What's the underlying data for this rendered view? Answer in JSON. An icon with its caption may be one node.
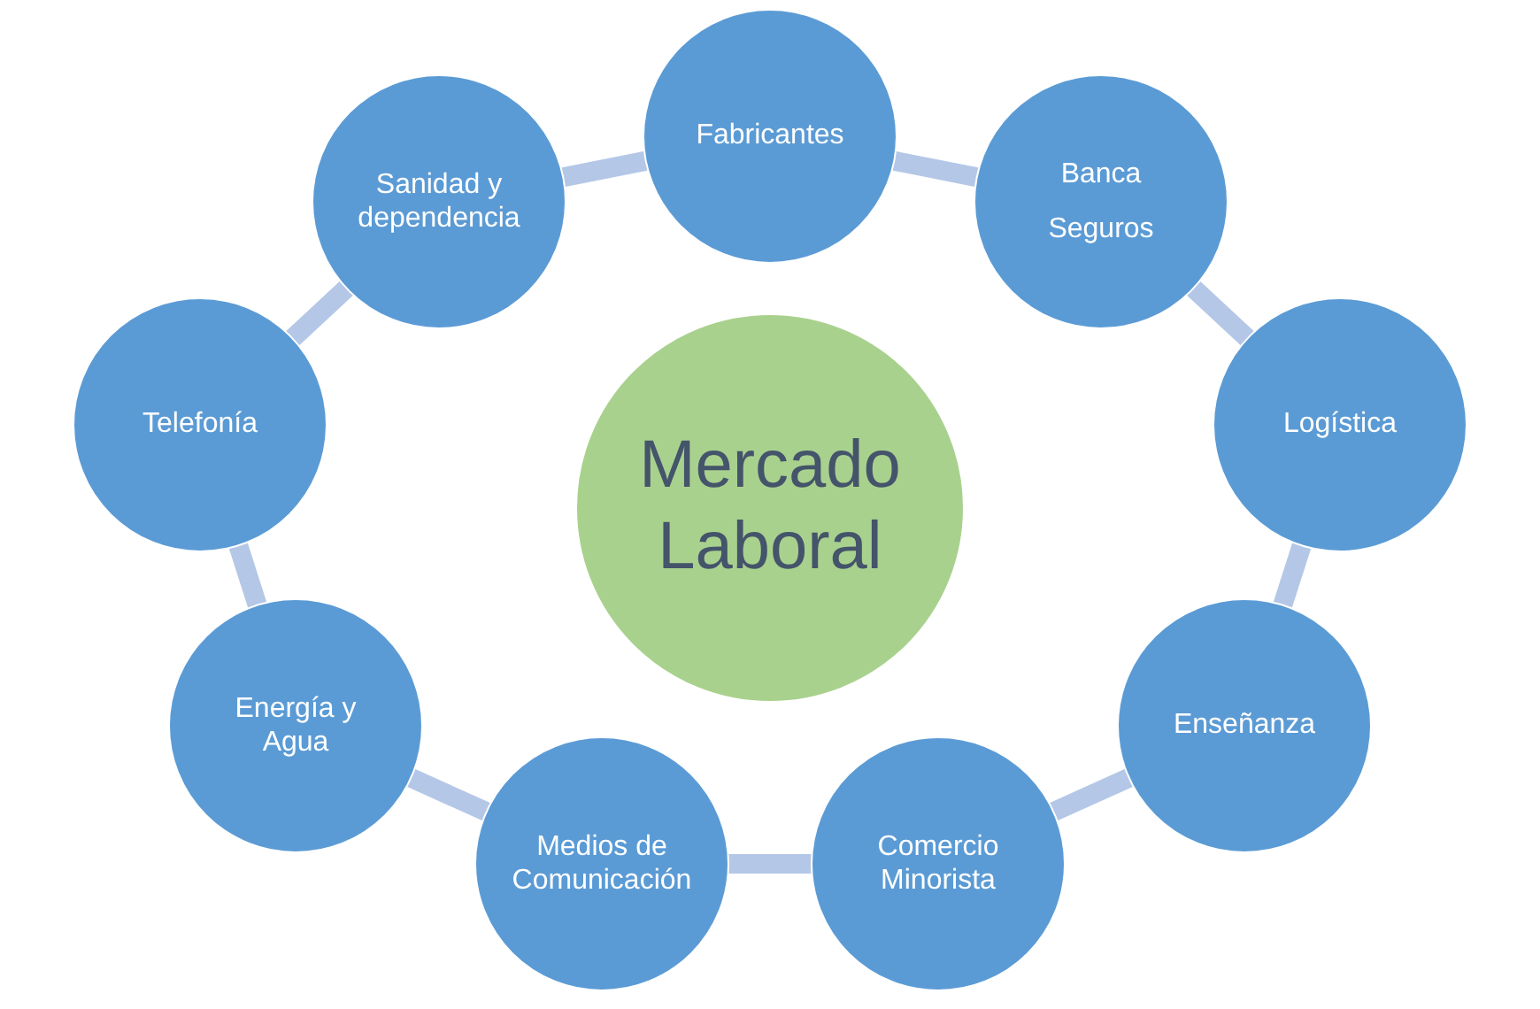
{
  "diagram": {
    "nodes": [
      {
        "text": [
          "Mercado Laboral"
        ]
      },
      {
        "text": [
          "Fabricantes"
        ]
      },
      {
        "text": [
          "Banca",
          "Seguros"
        ]
      },
      {
        "text": [
          "Logística"
        ]
      },
      {
        "text": [
          "Enseñanza"
        ]
      },
      {
        "text": [
          "Comercio Minorista"
        ]
      },
      {
        "text": [
          "Medios de Comunicación"
        ]
      },
      {
        "text": [
          "Energía y Agua"
        ]
      },
      {
        "text": [
          "Telefonía"
        ]
      },
      {
        "text": [
          "Sanidad y dependencia"
        ]
      }
    ],
    "edges": [
      {
        "from": 1,
        "to": 2,
        "arrow": "none"
      },
      {
        "from": 2,
        "to": 3,
        "arrow": "none"
      },
      {
        "from": 3,
        "to": 4,
        "arrow": "none"
      },
      {
        "from": 4,
        "to": 5,
        "arrow": "none"
      },
      {
        "from": 5,
        "to": 6,
        "arrow": "none"
      },
      {
        "from": 6,
        "to": 7,
        "arrow": "none"
      },
      {
        "from": 7,
        "to": 8,
        "arrow": "none"
      },
      {
        "from": 8,
        "to": 9,
        "arrow": "none"
      },
      {
        "from": 9,
        "to": 1,
        "arrow": "none"
      }
    ]
  }
}
